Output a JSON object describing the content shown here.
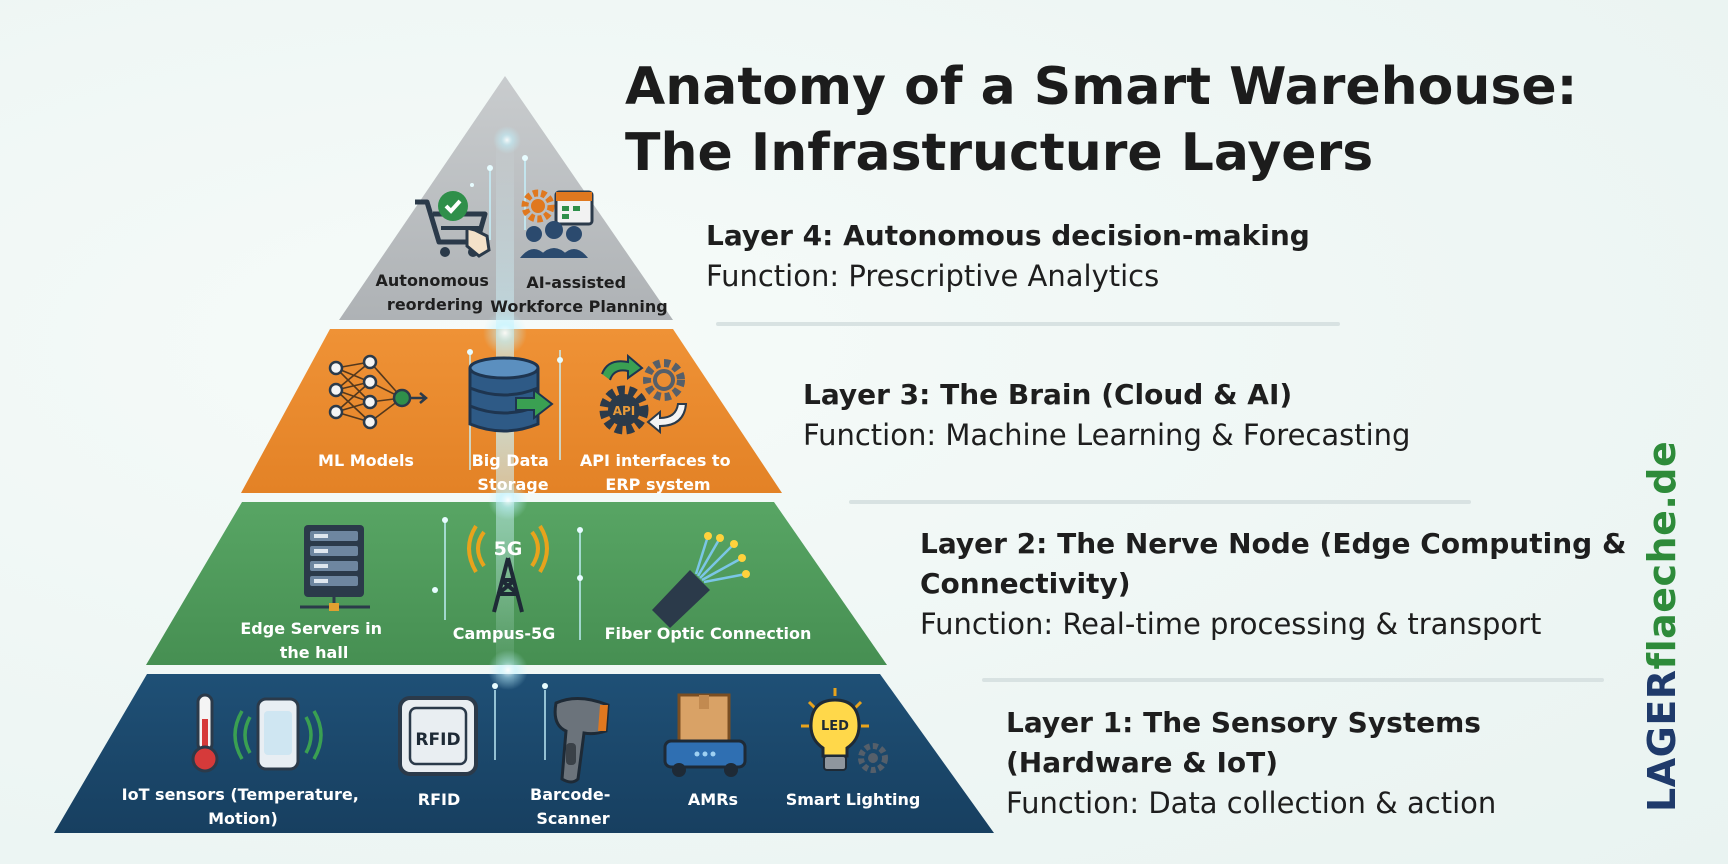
{
  "title": {
    "line1": "Anatomy of a Smart Warehouse:",
    "line2": "The Infrastructure Layers"
  },
  "colors": {
    "layer4": "#b9bcbf",
    "layer3": "#ea8a2f",
    "layer2": "#4f9a5b",
    "layer1": "#1d4a6e",
    "brand_dark": "#1f3a6b",
    "brand_green": "#2e8b3a"
  },
  "layers": [
    {
      "heading": "Layer 4: Autonomous decision-making",
      "function": "Function: Prescriptive Analytics",
      "items": [
        {
          "icon": "shopping-cart-check-icon",
          "label_lines": [
            "Autonomous",
            "reordering"
          ]
        },
        {
          "icon": "workforce-gear-calendar-icon",
          "label_lines": [
            "AI-assisted",
            "Workforce Planning"
          ]
        }
      ]
    },
    {
      "heading": "Layer 3: The Brain (Cloud & AI)",
      "function": "Function: Machine Learning & Forecasting",
      "items": [
        {
          "icon": "neural-network-icon",
          "label_lines": [
            "ML Models"
          ]
        },
        {
          "icon": "database-icon",
          "label_lines": [
            "Big Data",
            "Storage"
          ]
        },
        {
          "icon": "api-gears-icon",
          "label_lines": [
            "API interfaces to",
            "ERP system"
          ]
        }
      ]
    },
    {
      "heading_line1": "Layer 2: The Nerve Node (Edge Computing &",
      "heading_line2": "Connectivity)",
      "function": "Function: Real-time processing & transport",
      "items": [
        {
          "icon": "server-rack-icon",
          "label_lines": [
            "Edge Servers in",
            "the hall"
          ]
        },
        {
          "icon": "5g-tower-icon",
          "label_lines": [
            "Campus-5G"
          ],
          "badge": "5G"
        },
        {
          "icon": "fiber-optic-icon",
          "label_lines": [
            "Fiber Optic Connection"
          ]
        }
      ]
    },
    {
      "heading_line1": "Layer 1: The Sensory Systems",
      "heading_line2": "(Hardware & IoT)",
      "function": "Function: Data collection & action",
      "items": [
        {
          "icon": "thermometer-motion-sensor-icon",
          "label_lines": [
            "IoT sensors (Temperature,",
            "Motion)"
          ]
        },
        {
          "icon": "rfid-tag-icon",
          "label_lines": [
            "RFID"
          ],
          "badge": "RFID"
        },
        {
          "icon": "barcode-scanner-icon",
          "label_lines": [
            "Barcode-",
            "Scanner"
          ]
        },
        {
          "icon": "amr-robot-icon",
          "label_lines": [
            "AMRs"
          ]
        },
        {
          "icon": "smart-bulb-icon",
          "label_lines": [
            "Smart Lighting"
          ],
          "badge": "LED"
        }
      ]
    }
  ],
  "api_badge": "API",
  "brand": {
    "part1": "LAGER",
    "part2": "flaeche.de"
  }
}
